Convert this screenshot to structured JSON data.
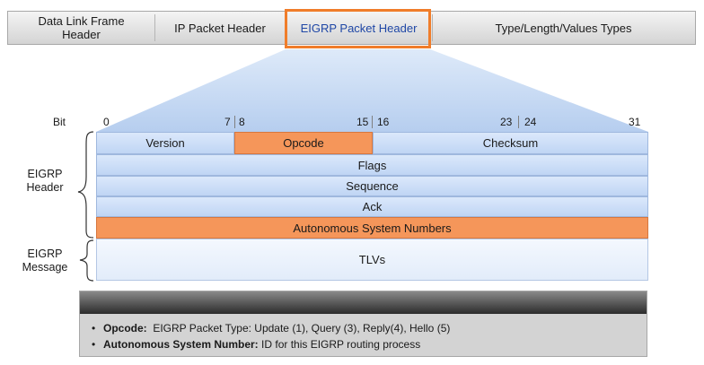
{
  "frame": {
    "data_link": "Data Link Frame Header",
    "ip": "IP Packet Header",
    "eigrp": "EIGRP Packet Header",
    "tlv": "Type/Length/Values Types"
  },
  "bits": {
    "label": "Bit",
    "b0": "0",
    "b7": "7",
    "b8": "8",
    "b15": "15",
    "b16": "16",
    "b23": "23",
    "b24": "24",
    "b31": "31"
  },
  "header": {
    "version": "Version",
    "opcode": "Opcode",
    "checksum": "Checksum",
    "flags": "Flags",
    "sequence": "Sequence",
    "ack": "Ack",
    "asn": "Autonomous System Numbers",
    "tlvs": "TLVs"
  },
  "side": {
    "header_label": "EIGRP Header",
    "message_label": "EIGRP Message"
  },
  "notes": [
    {
      "term": "Opcode:",
      "text": "EIGRP Packet Type: Update (1), Query (3), Reply(4), Hello (5)"
    },
    {
      "term": "Autonomous System Number:",
      "text": "ID for this EIGRP routing process"
    }
  ],
  "colors": {
    "accent_orange": "#f07d2a",
    "field_orange": "#f5965a",
    "field_blue": "#c9dcf6",
    "eigrp_text": "#1f47a6"
  }
}
